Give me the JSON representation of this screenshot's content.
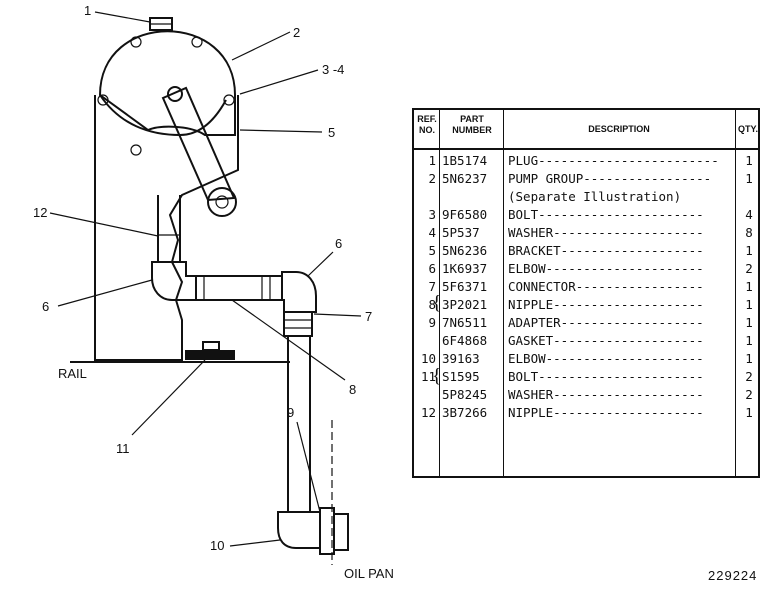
{
  "diagram": {
    "callouts": [
      "1",
      "2",
      "3 -4",
      "5",
      "12",
      "6",
      "6",
      "7",
      "8",
      "9",
      "11",
      "10"
    ],
    "labels": {
      "rail": "RAIL",
      "oil_pan": "OIL PAN"
    }
  },
  "table": {
    "headers": {
      "ref": "REF. NO.",
      "part": "PART NUMBER",
      "desc": "DESCRIPTION",
      "qty": "QTY."
    },
    "rows": [
      {
        "ref": "1",
        "part": "1B5174",
        "desc": "PLUG------------------------",
        "qty": "1"
      },
      {
        "ref": "2",
        "part": "5N6237",
        "desc": "PUMP GROUP-----------------",
        "qty": "1"
      },
      {
        "ref": "",
        "part": "",
        "desc": "  (Separate Illustration)",
        "qty": ""
      },
      {
        "ref": "3",
        "part": "9F6580",
        "desc": "BOLT----------------------",
        "qty": "4"
      },
      {
        "ref": "4",
        "part": "5P537",
        "desc": "WASHER--------------------",
        "qty": "8"
      },
      {
        "ref": "5",
        "part": "5N6236",
        "desc": "BRACKET-------------------",
        "qty": "1"
      },
      {
        "ref": "6",
        "part": "1K6937",
        "desc": "ELBOW---------------------",
        "qty": "2"
      },
      {
        "ref": "7",
        "part": "5F6371",
        "desc": "CONNECTOR-----------------",
        "qty": "1"
      },
      {
        "ref": "8",
        "part": "3P2021",
        "desc": "NIPPLE--------------------",
        "qty": "1"
      },
      {
        "ref": "9",
        "part": "7N6511",
        "desc": "ADAPTER-------------------",
        "qty": "1"
      },
      {
        "ref": "",
        "part": "6F4868",
        "desc": "GASKET--------------------",
        "qty": "1"
      },
      {
        "ref": "10",
        "part": "39163",
        "desc": "ELBOW---------------------",
        "qty": "1"
      },
      {
        "ref": "11",
        "part": "S1595",
        "desc": "BOLT----------------------",
        "qty": "2"
      },
      {
        "ref": "",
        "part": "5P8245",
        "desc": "WASHER--------------------",
        "qty": "2"
      },
      {
        "ref": "12",
        "part": "3B7266",
        "desc": "NIPPLE--------------------",
        "qty": "1"
      }
    ]
  },
  "figure_number": "229224"
}
